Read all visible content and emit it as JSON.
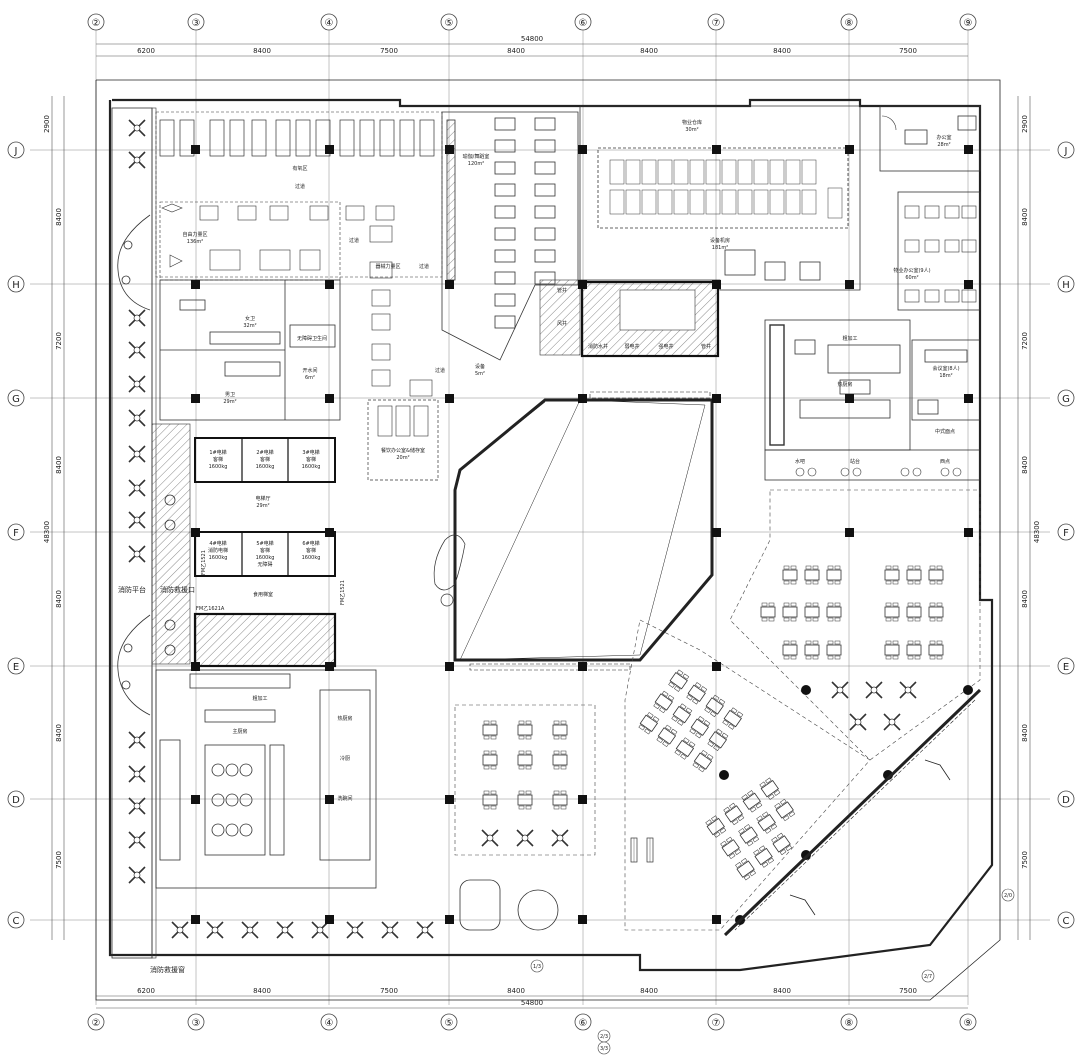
{
  "grid": {
    "columns": [
      "②",
      "③",
      "④",
      "⑤",
      "⑥",
      "⑦",
      "⑧",
      "⑨"
    ],
    "rows": [
      "J",
      "H",
      "G",
      "F",
      "E",
      "D",
      "C"
    ],
    "col_spans": [
      "6200",
      "8400",
      "7500",
      "8400",
      "8400",
      "8400",
      "7500"
    ],
    "row_spans": [
      "2900",
      "8400",
      "7200",
      "8400",
      "8400",
      "8400",
      "7500"
    ],
    "total_width": "54800",
    "total_height": "48300"
  },
  "labels": {
    "fire_platform": "消防平台",
    "fire_rescue_window": "消防救援窗",
    "fire_stair": "消防救援口",
    "door_fm1": "FM乙1521",
    "door_fm2": "FM乙1621A",
    "door_fm3": "FM乙1521",
    "axis_note_1": "2/0",
    "axis_note_2": "2/7",
    "axis_note_3": "1/3",
    "axis_note_4": "2/3",
    "axis_note_5": "3/3"
  },
  "rooms": {
    "gym_cardio": "有氧区",
    "gym_free": "自由力量区",
    "gym_free_area": "136m²",
    "corridor1": "过道",
    "corridor2": "过道",
    "corridor3": "过道",
    "corridor4": "过道",
    "corridor5": "过道",
    "equip_zone": "器械力量区",
    "women_wc": "女卫",
    "women_wc_area": "32m²",
    "men_wc": "男卫",
    "men_wc_area": "29m²",
    "water_room": "开水间",
    "water_room_area": "6m²",
    "cleaning": "无障碍卫生间",
    "dining_office": "餐饮办公室&储存室",
    "dining_office_area": "20m²",
    "multi_room": "瑜伽/舞蹈室",
    "multi_room_area": "120m²",
    "equipment": "设备",
    "equipment_area": "5m²",
    "storage": "物业仓库",
    "storage_area": "30m²",
    "mech_room": "设备机房",
    "mech_room_area": "181m²",
    "office_small": "办公室",
    "office_small_area": "28m²",
    "property_office": "物业办公室(9人)",
    "property_office_area": "60m²",
    "meeting": "会议室(8人)",
    "meeting_area": "18m²",
    "pipe_well": "管井",
    "pipe_well2": "风井",
    "fire_pool": "消防水井",
    "elec_well": "强电井",
    "weak_well": "弱电井",
    "pipe3": "管井",
    "lift1": "1#电梯",
    "lift1_sub": "客梯",
    "lift1_cap": "1600kg",
    "lift2": "2#电梯",
    "lift2_sub": "客梯",
    "lift2_cap": "1600kg",
    "lift3": "3#电梯",
    "lift3_sub": "客梯",
    "lift3_cap": "1600kg",
    "lift4": "4#电梯",
    "lift4_sub": "消防电梯",
    "lift4_cap": "1600kg",
    "lift5": "5#电梯",
    "lift5_sub": "客梯",
    "lift5_cap": "1600kg",
    "lift5_note": "无障碍",
    "lift6": "6#电梯",
    "lift6_sub": "客梯",
    "lift6_cap": "1600kg",
    "lift_hall": "电梯厅",
    "lift_hall_area": "29m²",
    "food_lift": "食用梯室",
    "main_kitchen": "主厨房",
    "kitchen_prep": "粗加工",
    "hot_kitchen": "热厨房",
    "cold_kitchen": "冷厨",
    "dish_wash": "洗碗间",
    "bar": "水吧",
    "stand_bar": "站台",
    "snack": "西点",
    "chinese_snack": "中式面点"
  }
}
